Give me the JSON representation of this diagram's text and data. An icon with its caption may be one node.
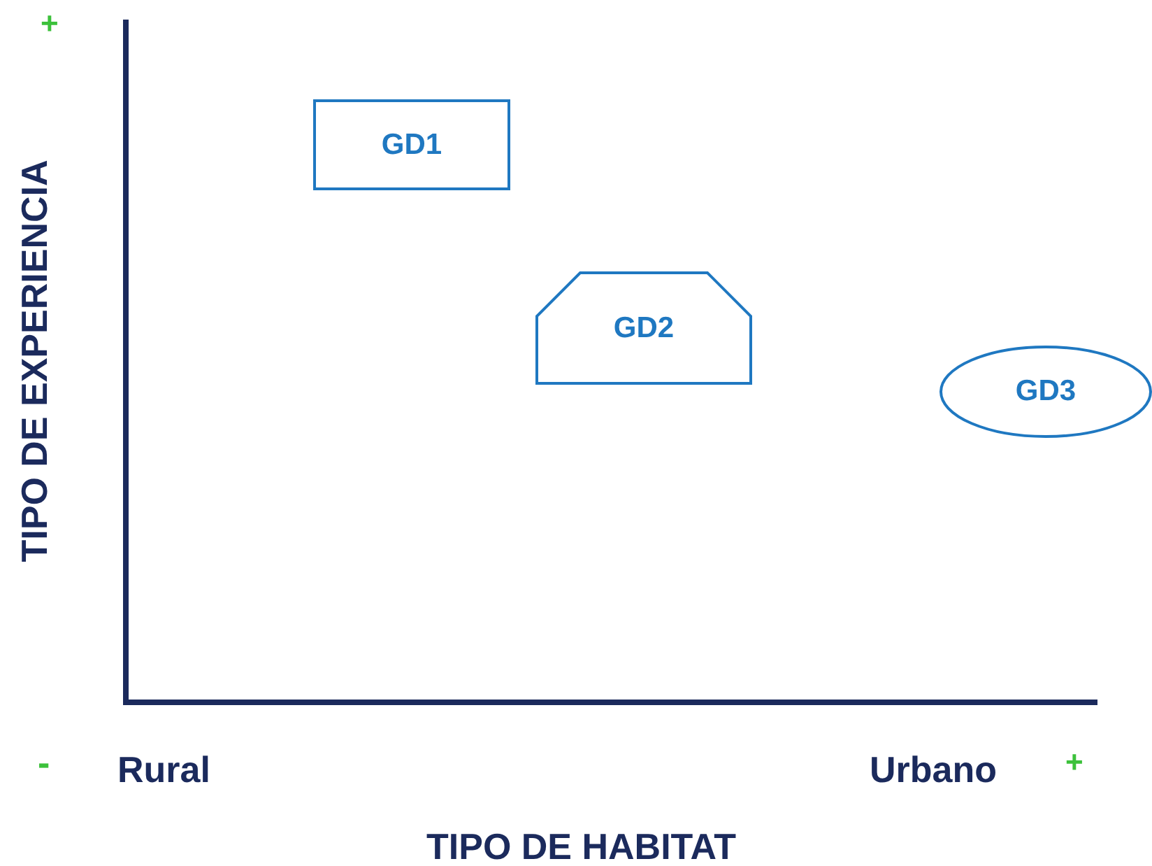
{
  "diagram": {
    "nodes": [
      {
        "text": [
          "GD1"
        ]
      },
      {
        "text": [
          "GD2"
        ]
      },
      {
        "text": [
          "GD3"
        ]
      }
    ],
    "labels": [
      "+",
      "TIPO DE EXPERIENCIA",
      "-",
      "Rural",
      "Urbano",
      "+",
      "TIPO DE HABITAT"
    ]
  }
}
